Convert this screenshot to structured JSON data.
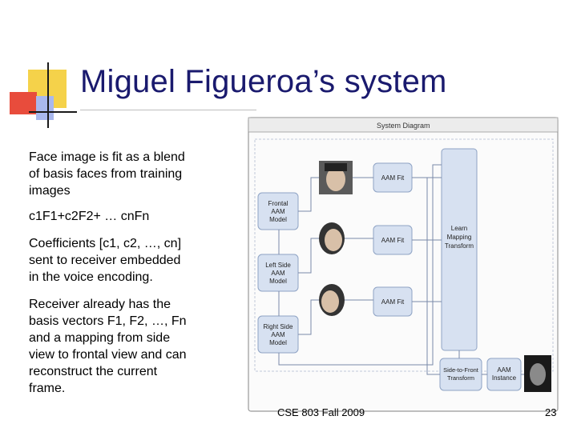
{
  "slide": {
    "title": "Miguel Figueroa’s system",
    "bullets": [
      "Face image is fit as a blend\nof basis faces from training\nimages",
      "c1F1+c2F2+ … cnFn",
      "Coefficients [c1, c2, …, cn]\nsent to receiver embedded\nin the voice encoding.",
      "Receiver already has the\nbasis vectors F1, F2, …, Fn\nand a mapping from side\nview to frontal view and can\nreconstruct the current\nframe."
    ],
    "footer_left": "CSE 803 Fall 2009",
    "page_number": "23"
  },
  "diagram": {
    "header": "System Diagram",
    "models": [
      "Frontal\nAAM\nModel",
      "Left Side\nAAM\nModel",
      "Right Side\nAAM\nModel"
    ],
    "aam_fit": "AAM Fit",
    "learn": "Learn\nMapping\nTransform",
    "side_to_front": "Side-to-Front\nTransform",
    "aam_instance": "AAM\nInstance"
  },
  "colors": {
    "title": "#1a1a6e",
    "accent_yellow": "#f5d24a",
    "accent_red": "#e84c3c",
    "accent_blue": "#a9b8ee",
    "box_fill": "#d7e1f1",
    "box_stroke": "#8fa3c4"
  }
}
